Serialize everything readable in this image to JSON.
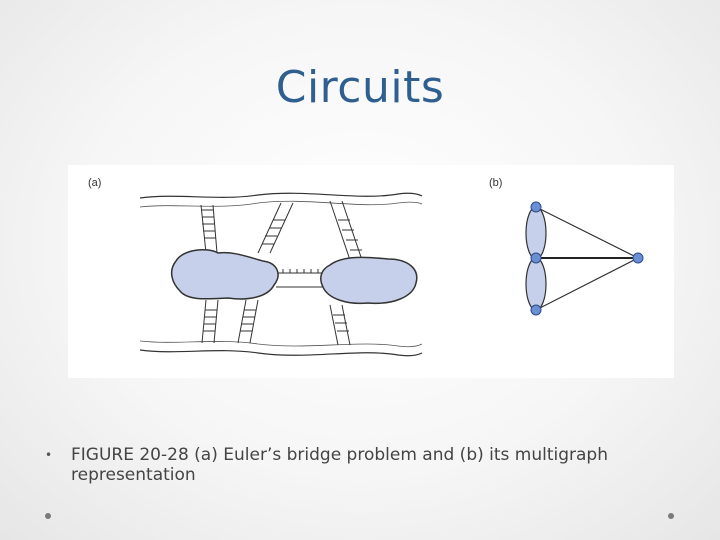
{
  "slide": {
    "title": "Circuits",
    "figure": {
      "label_a": "(a)",
      "label_b": "(b)",
      "island_color": "#c7d0ea",
      "node_color": "#6b8fd4"
    },
    "caption": "FIGURE 20-28 (a) Euler’s bridge problem and (b) its multigraph representation",
    "bullet_glyph": "•"
  }
}
